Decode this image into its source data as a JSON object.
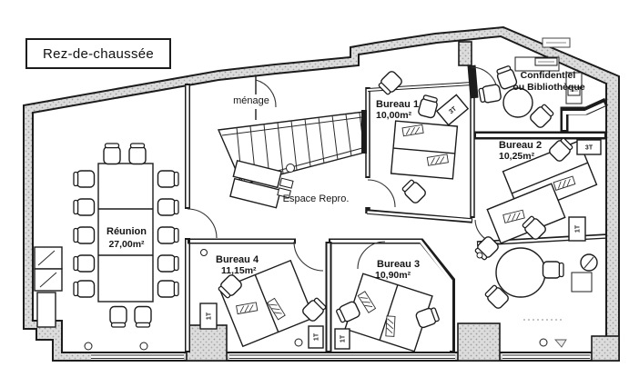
{
  "title": "Rez-de-chaussée",
  "rooms": {
    "reunion": {
      "name": "Réunion",
      "area": "27,00m²"
    },
    "menage": {
      "name": "ménage"
    },
    "repro": {
      "name": "Espace Repro."
    },
    "bureau1": {
      "name": "Bureau 1",
      "area": "10,00m²"
    },
    "bureau2": {
      "name": "Bureau 2",
      "area": "10,25m²"
    },
    "bureau3": {
      "name": "Bureau 3",
      "area": "10,90m²"
    },
    "bureau4": {
      "name": "Bureau 4",
      "area": "11,15m²"
    },
    "confidentiel": {
      "line1": "Confidentiel",
      "line2": "ou Bibliothèque"
    }
  },
  "furniture": {
    "cabinet_3t": "3T",
    "cabinet_1t": "1T"
  },
  "colors": {
    "ink": "#1c1c1c",
    "wall_fill": "#d9d9d9",
    "paper": "#ffffff"
  }
}
